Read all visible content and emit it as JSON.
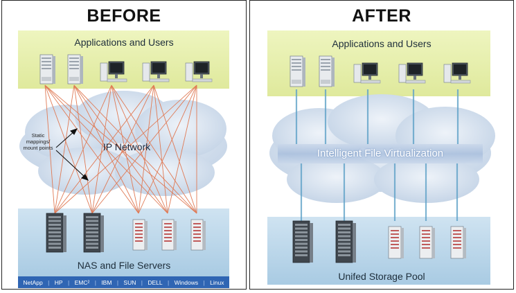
{
  "before": {
    "title": "BEFORE",
    "top_band_label": "Applications and Users",
    "cloud_label": "IP Network",
    "annotation": [
      "Static",
      "mappings/",
      "mount points"
    ],
    "bottom_band_label": "NAS and File Servers",
    "vendors": [
      "NetApp",
      "HP",
      "EMC²",
      "IBM",
      "SUN",
      "DELL",
      "Windows",
      "Linux"
    ]
  },
  "after": {
    "title": "AFTER",
    "top_band_label": "Applications and Users",
    "cloud_label": "Intelligent File Virtualization",
    "bottom_band_label": "Unifed Storage Pool"
  },
  "colors": {
    "top_band": "#e6efad",
    "bottom_band": "#b9d6ea",
    "cloud": "#cfdbea",
    "mesh_lines": "#e07a55",
    "connector_lines": "#5fa2c8",
    "vendor_bar": "#2f65b3"
  }
}
